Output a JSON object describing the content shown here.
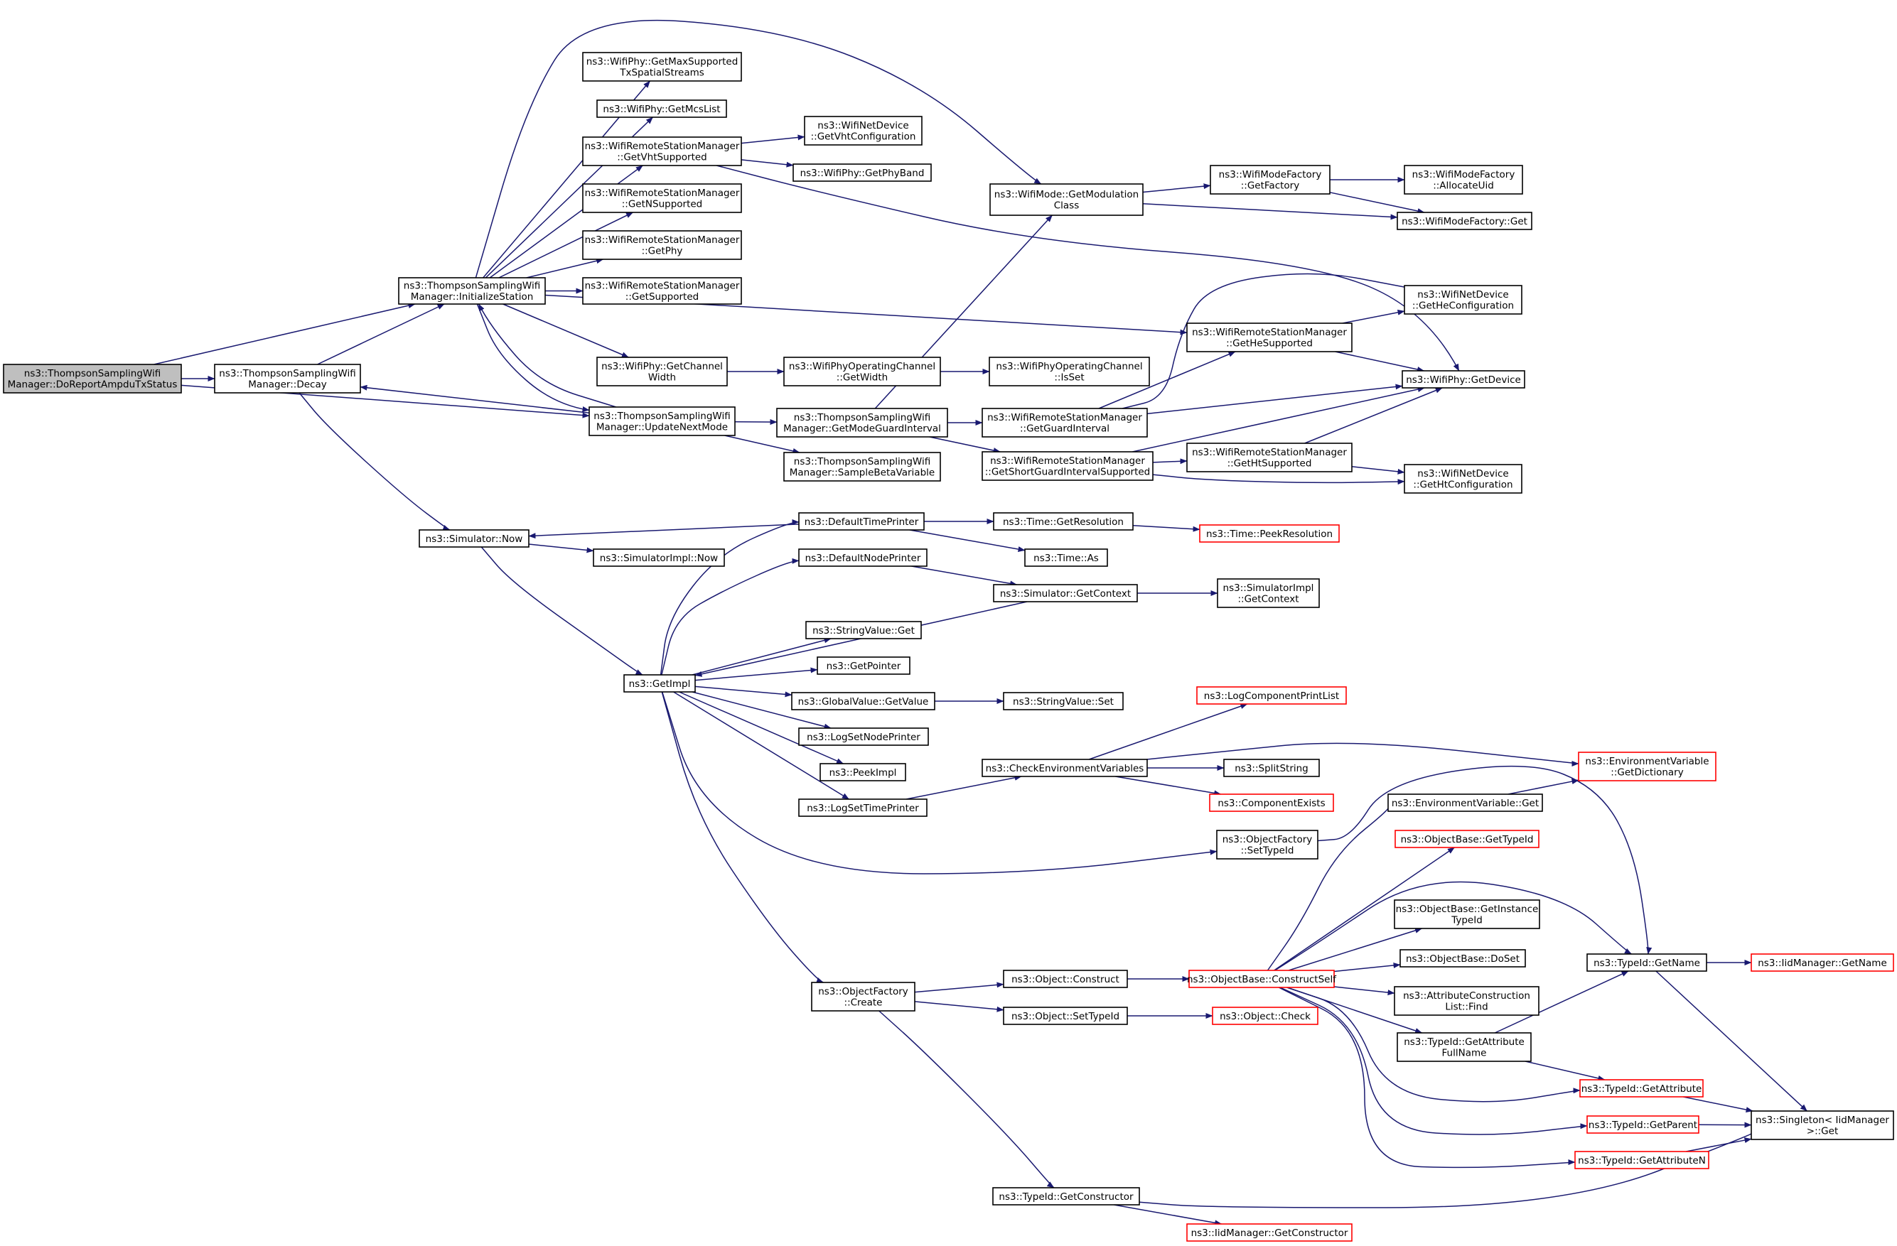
{
  "colors": {
    "edge": "#191970",
    "node_border": "#000000",
    "node_border_truncated": "#ff0000",
    "root_fill": "#bfbfbf",
    "node_fill": "#ffffff"
  },
  "nodes": [
    {
      "id": "root",
      "lines": [
        "ns3::ThompsonSamplingWifi",
        "Manager::DoReportAmpduTxStatus"
      ],
      "style": "root"
    },
    {
      "id": "decay",
      "lines": [
        "ns3::ThompsonSamplingWifi",
        "Manager::Decay"
      ]
    },
    {
      "id": "initstation",
      "lines": [
        "ns3::ThompsonSamplingWifi",
        "Manager::InitializeStation"
      ]
    },
    {
      "id": "updatenext",
      "lines": [
        "ns3::ThompsonSamplingWifi",
        "Manager::UpdateNextMode"
      ]
    },
    {
      "id": "simnow",
      "lines": [
        "ns3::Simulator::Now"
      ]
    },
    {
      "id": "getmaxss",
      "lines": [
        "ns3::WifiPhy::GetMaxSupported",
        "TxSpatialStreams"
      ]
    },
    {
      "id": "getmcslist",
      "lines": [
        "ns3::WifiPhy::GetMcsList"
      ]
    },
    {
      "id": "getvhtsupp",
      "lines": [
        "ns3::WifiRemoteStationManager",
        "::GetVhtSupported"
      ]
    },
    {
      "id": "getnsupp",
      "lines": [
        "ns3::WifiRemoteStationManager",
        "::GetNSupported"
      ]
    },
    {
      "id": "getphy",
      "lines": [
        "ns3::WifiRemoteStationManager",
        "::GetPhy"
      ]
    },
    {
      "id": "getsupported",
      "lines": [
        "ns3::WifiRemoteStationManager",
        "::GetSupported"
      ]
    },
    {
      "id": "getchanwidth",
      "lines": [
        "ns3::WifiPhy::GetChannel",
        "Width"
      ]
    },
    {
      "id": "getvhtconf",
      "lines": [
        "ns3::WifiNetDevice",
        "::GetVhtConfiguration"
      ]
    },
    {
      "id": "getphyband",
      "lines": [
        "ns3::WifiPhy::GetPhyBand"
      ]
    },
    {
      "id": "getmodclass",
      "lines": [
        "ns3::WifiMode::GetModulation",
        "Class"
      ]
    },
    {
      "id": "modefactory_getfactory",
      "lines": [
        "ns3::WifiModeFactory",
        "::GetFactory"
      ]
    },
    {
      "id": "allocateuid",
      "lines": [
        "ns3::WifiModeFactory",
        "::AllocateUid"
      ]
    },
    {
      "id": "modefactory_get",
      "lines": [
        "ns3::WifiModeFactory::Get"
      ]
    },
    {
      "id": "getheconf",
      "lines": [
        "ns3::WifiNetDevice",
        "::GetHeConfiguration"
      ]
    },
    {
      "id": "gethesupp",
      "lines": [
        "ns3::WifiRemoteStationManager",
        "::GetHeSupported"
      ]
    },
    {
      "id": "getdevice",
      "lines": [
        "ns3::WifiPhy::GetDevice"
      ]
    },
    {
      "id": "opchan_getwidth",
      "lines": [
        "ns3::WifiPhyOperatingChannel",
        "::GetWidth"
      ]
    },
    {
      "id": "opchan_isset",
      "lines": [
        "ns3::WifiPhyOperatingChannel",
        "::IsSet"
      ]
    },
    {
      "id": "getmodeguard",
      "lines": [
        "ns3::ThompsonSamplingWifi",
        "Manager::GetModeGuardInterval"
      ]
    },
    {
      "id": "getguard",
      "lines": [
        "ns3::WifiRemoteStationManager",
        "::GetGuardInterval"
      ]
    },
    {
      "id": "getshortgi",
      "lines": [
        "ns3::WifiRemoteStationManager",
        "::GetShortGuardIntervalSupported"
      ]
    },
    {
      "id": "gethtsupp",
      "lines": [
        "ns3::WifiRemoteStationManager",
        "::GetHtSupported"
      ]
    },
    {
      "id": "gethtconf",
      "lines": [
        "ns3::WifiNetDevice",
        "::GetHtConfiguration"
      ]
    },
    {
      "id": "samplebeta",
      "lines": [
        "ns3::ThompsonSamplingWifi",
        "Manager::SampleBetaVariable"
      ]
    },
    {
      "id": "deftimeprinter",
      "lines": [
        "ns3::DefaultTimePrinter"
      ]
    },
    {
      "id": "time_getres",
      "lines": [
        "ns3::Time::GetResolution"
      ]
    },
    {
      "id": "time_peekres",
      "lines": [
        "ns3::Time::PeekResolution"
      ],
      "style": "truncated"
    },
    {
      "id": "time_as",
      "lines": [
        "ns3::Time::As"
      ]
    },
    {
      "id": "simimpl_now",
      "lines": [
        "ns3::SimulatorImpl::Now"
      ]
    },
    {
      "id": "defnodeprinter",
      "lines": [
        "ns3::DefaultNodePrinter"
      ]
    },
    {
      "id": "sim_getcontext",
      "lines": [
        "ns3::Simulator::GetContext"
      ]
    },
    {
      "id": "simimpl_getcontext",
      "lines": [
        "ns3::SimulatorImpl",
        "::GetContext"
      ]
    },
    {
      "id": "getimpl",
      "lines": [
        "ns3::GetImpl"
      ]
    },
    {
      "id": "stringvalue_get",
      "lines": [
        "ns3::StringValue::Get"
      ]
    },
    {
      "id": "getpointer",
      "lines": [
        "ns3::GetPointer"
      ]
    },
    {
      "id": "globalvalue_getvalue",
      "lines": [
        "ns3::GlobalValue::GetValue"
      ]
    },
    {
      "id": "stringvalue_set",
      "lines": [
        "ns3::StringValue::Set"
      ]
    },
    {
      "id": "logsetnodeprinter",
      "lines": [
        "ns3::LogSetNodePrinter"
      ]
    },
    {
      "id": "peekimpl",
      "lines": [
        "ns3::PeekImpl"
      ]
    },
    {
      "id": "logsettimeprinter",
      "lines": [
        "ns3::LogSetTimePrinter"
      ]
    },
    {
      "id": "logcompprintlist",
      "lines": [
        "ns3::LogComponentPrintList"
      ],
      "style": "truncated"
    },
    {
      "id": "checkenvvars",
      "lines": [
        "ns3::CheckEnvironmentVariables"
      ]
    },
    {
      "id": "splitstring",
      "lines": [
        "ns3::SplitString"
      ]
    },
    {
      "id": "componentexists",
      "lines": [
        "ns3::ComponentExists"
      ],
      "style": "truncated"
    },
    {
      "id": "envvar_getdict",
      "lines": [
        "ns3::EnvironmentVariable",
        "::GetDictionary"
      ],
      "style": "truncated"
    },
    {
      "id": "envvar_get",
      "lines": [
        "ns3::EnvironmentVariable::Get"
      ]
    },
    {
      "id": "objfactory_settypeid",
      "lines": [
        "ns3::ObjectFactory",
        "::SetTypeId"
      ]
    },
    {
      "id": "objbase_gettypeid",
      "lines": [
        "ns3::ObjectBase::GetTypeId"
      ],
      "style": "truncated"
    },
    {
      "id": "objbase_getinstancetypeid",
      "lines": [
        "ns3::ObjectBase::GetInstance",
        "TypeId"
      ]
    },
    {
      "id": "typeid_getname",
      "lines": [
        "ns3::TypeId::GetName"
      ]
    },
    {
      "id": "iidmanager_getname",
      "lines": [
        "ns3::IidManager::GetName"
      ],
      "style": "truncated"
    },
    {
      "id": "objbase_doset",
      "lines": [
        "ns3::ObjectBase::DoSet"
      ]
    },
    {
      "id": "objfactory_create",
      "lines": [
        "ns3::ObjectFactory",
        "::Create"
      ]
    },
    {
      "id": "object_construct",
      "lines": [
        "ns3::Object::Construct"
      ]
    },
    {
      "id": "objbase_constructself",
      "lines": [
        "ns3::ObjectBase::ConstructSelf"
      ],
      "style": "truncated"
    },
    {
      "id": "attrconstlist_find",
      "lines": [
        "ns3::AttributeConstruction",
        "List::Find"
      ]
    },
    {
      "id": "object_settypeid",
      "lines": [
        "ns3::Object::SetTypeId"
      ]
    },
    {
      "id": "object_check",
      "lines": [
        "ns3::Object::Check"
      ],
      "style": "truncated"
    },
    {
      "id": "typeid_getattrfullname",
      "lines": [
        "ns3::TypeId::GetAttribute",
        "FullName"
      ]
    },
    {
      "id": "typeid_getattribute",
      "lines": [
        "ns3::TypeId::GetAttribute"
      ],
      "style": "truncated"
    },
    {
      "id": "singleton_get",
      "lines": [
        "ns3::Singleton< IidManager",
        " >::Get"
      ]
    },
    {
      "id": "typeid_getparent",
      "lines": [
        "ns3::TypeId::GetParent"
      ],
      "style": "truncated"
    },
    {
      "id": "typeid_getattributen",
      "lines": [
        "ns3::TypeId::GetAttributeN"
      ],
      "style": "truncated"
    },
    {
      "id": "typeid_getconstructor",
      "lines": [
        "ns3::TypeId::GetConstructor"
      ]
    },
    {
      "id": "iidmanager_getconstructor",
      "lines": [
        "ns3::IidManager::GetConstructor"
      ],
      "style": "truncated"
    }
  ],
  "edges": [
    {
      "from": "root",
      "to": "decay"
    },
    {
      "from": "root",
      "to": "initstation"
    },
    {
      "from": "root",
      "to": "updatenext"
    },
    {
      "from": "decay",
      "to": "initstation"
    },
    {
      "from": "decay",
      "to": "simnow"
    },
    {
      "from": "updatenext",
      "to": "decay"
    },
    {
      "from": "updatenext",
      "to": "initstation"
    },
    {
      "from": "initstation",
      "to": "updatenext"
    },
    {
      "from": "initstation",
      "to": "getmaxss"
    },
    {
      "from": "initstation",
      "to": "getmcslist"
    },
    {
      "from": "initstation",
      "to": "getvhtsupp"
    },
    {
      "from": "initstation",
      "to": "getnsupp"
    },
    {
      "from": "initstation",
      "to": "getphy"
    },
    {
      "from": "initstation",
      "to": "getsupported"
    },
    {
      "from": "initstation",
      "to": "getchanwidth"
    },
    {
      "from": "initstation",
      "to": "getmodclass"
    },
    {
      "from": "initstation",
      "to": "gethesupp"
    },
    {
      "from": "getvhtsupp",
      "to": "getvhtconf"
    },
    {
      "from": "getvhtsupp",
      "to": "getphyband"
    },
    {
      "from": "getvhtsupp",
      "to": "getdevice"
    },
    {
      "from": "getchanwidth",
      "to": "opchan_getwidth"
    },
    {
      "from": "opchan_getwidth",
      "to": "opchan_isset"
    },
    {
      "from": "updatenext",
      "to": "getmodeguard"
    },
    {
      "from": "updatenext",
      "to": "samplebeta"
    },
    {
      "from": "getmodeguard",
      "to": "getmodclass"
    },
    {
      "from": "getmodeguard",
      "to": "getguard"
    },
    {
      "from": "getmodeguard",
      "to": "getshortgi"
    },
    {
      "from": "getmodclass",
      "to": "modefactory_getfactory"
    },
    {
      "from": "getmodclass",
      "to": "modefactory_get"
    },
    {
      "from": "modefactory_getfactory",
      "to": "allocateuid"
    },
    {
      "from": "modefactory_getfactory",
      "to": "modefactory_get"
    },
    {
      "from": "getguard",
      "to": "getheconf"
    },
    {
      "from": "getguard",
      "to": "gethesupp"
    },
    {
      "from": "getguard",
      "to": "getdevice"
    },
    {
      "from": "gethesupp",
      "to": "getheconf"
    },
    {
      "from": "gethesupp",
      "to": "getdevice"
    },
    {
      "from": "getshortgi",
      "to": "getdevice"
    },
    {
      "from": "getshortgi",
      "to": "gethtsupp"
    },
    {
      "from": "getshortgi",
      "to": "gethtconf"
    },
    {
      "from": "gethtsupp",
      "to": "getdevice"
    },
    {
      "from": "gethtsupp",
      "to": "gethtconf"
    },
    {
      "from": "deftimeprinter",
      "to": "simnow"
    },
    {
      "from": "deftimeprinter",
      "to": "time_getres"
    },
    {
      "from": "deftimeprinter",
      "to": "time_as"
    },
    {
      "from": "time_getres",
      "to": "time_peekres"
    },
    {
      "from": "simnow",
      "to": "simimpl_now"
    },
    {
      "from": "simnow",
      "to": "getimpl"
    },
    {
      "from": "defnodeprinter",
      "to": "sim_getcontext"
    },
    {
      "from": "sim_getcontext",
      "to": "simimpl_getcontext"
    },
    {
      "from": "sim_getcontext",
      "to": "getimpl"
    },
    {
      "from": "getimpl",
      "to": "deftimeprinter"
    },
    {
      "from": "getimpl",
      "to": "defnodeprinter"
    },
    {
      "from": "getimpl",
      "to": "stringvalue_get"
    },
    {
      "from": "getimpl",
      "to": "getpointer"
    },
    {
      "from": "getimpl",
      "to": "globalvalue_getvalue"
    },
    {
      "from": "getimpl",
      "to": "logsetnodeprinter"
    },
    {
      "from": "getimpl",
      "to": "peekimpl"
    },
    {
      "from": "getimpl",
      "to": "logsettimeprinter"
    },
    {
      "from": "getimpl",
      "to": "objfactory_settypeid"
    },
    {
      "from": "getimpl",
      "to": "objfactory_create"
    },
    {
      "from": "globalvalue_getvalue",
      "to": "stringvalue_set"
    },
    {
      "from": "logsettimeprinter",
      "to": "checkenvvars"
    },
    {
      "from": "checkenvvars",
      "to": "logcompprintlist"
    },
    {
      "from": "checkenvvars",
      "to": "envvar_getdict"
    },
    {
      "from": "checkenvvars",
      "to": "splitstring"
    },
    {
      "from": "checkenvvars",
      "to": "componentexists"
    },
    {
      "from": "envvar_get",
      "to": "envvar_getdict"
    },
    {
      "from": "objfactory_settypeid",
      "to": "typeid_getname"
    },
    {
      "from": "objfactory_create",
      "to": "object_construct"
    },
    {
      "from": "objfactory_create",
      "to": "object_settypeid"
    },
    {
      "from": "objfactory_create",
      "to": "typeid_getconstructor"
    },
    {
      "from": "object_construct",
      "to": "objbase_constructself"
    },
    {
      "from": "object_settypeid",
      "to": "object_check"
    },
    {
      "from": "objbase_constructself",
      "to": "envvar_get"
    },
    {
      "from": "objbase_constructself",
      "to": "objbase_gettypeid"
    },
    {
      "from": "objbase_constructself",
      "to": "objbase_getinstancetypeid"
    },
    {
      "from": "objbase_constructself",
      "to": "typeid_getname"
    },
    {
      "from": "objbase_constructself",
      "to": "objbase_doset"
    },
    {
      "from": "objbase_constructself",
      "to": "attrconstlist_find"
    },
    {
      "from": "objbase_constructself",
      "to": "typeid_getattrfullname"
    },
    {
      "from": "objbase_constructself",
      "to": "typeid_getattribute"
    },
    {
      "from": "objbase_constructself",
      "to": "typeid_getparent"
    },
    {
      "from": "objbase_constructself",
      "to": "typeid_getattributen"
    },
    {
      "from": "typeid_getattrfullname",
      "to": "typeid_getname"
    },
    {
      "from": "typeid_getattrfullname",
      "to": "typeid_getattribute"
    },
    {
      "from": "typeid_getname",
      "to": "iidmanager_getname"
    },
    {
      "from": "typeid_getname",
      "to": "singleton_get"
    },
    {
      "from": "typeid_getattribute",
      "to": "singleton_get"
    },
    {
      "from": "typeid_getparent",
      "to": "singleton_get"
    },
    {
      "from": "typeid_getattributen",
      "to": "singleton_get"
    },
    {
      "from": "typeid_getconstructor",
      "to": "singleton_get"
    },
    {
      "from": "typeid_getconstructor",
      "to": "iidmanager_getconstructor"
    }
  ]
}
